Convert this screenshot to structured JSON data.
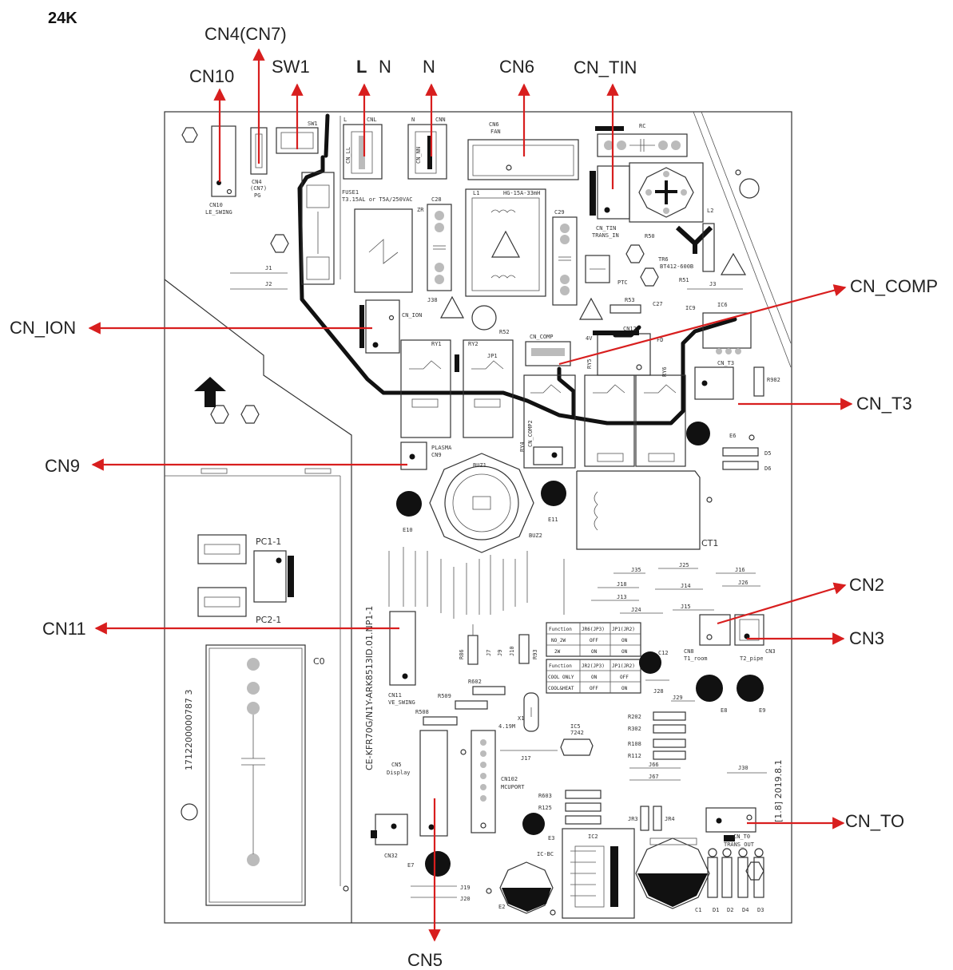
{
  "model": "24K",
  "callouts": {
    "cn10": "CN10",
    "cn4": "CN4(CN7)",
    "sw1": "SW1",
    "l": "L",
    "n1": "N",
    "n2": "N",
    "cn6": "CN6",
    "cn_tin": "CN_TIN",
    "cn_comp": "CN_COMP",
    "cn_ion": "CN_ION",
    "cn_t3": "CN_T3",
    "cn9": "CN9",
    "cn2": "CN2",
    "cn11": "CN11",
    "cn3": "CN3",
    "cn_to": "CN_TO",
    "cn5": "CN5"
  },
  "pcb": {
    "cn10_lbl": "CN10",
    "cn10_sub": "LE_SWING",
    "cn4_lbl": "CN4",
    "cn4_sub": "(CN7)",
    "cn4_pg": "PG",
    "sw1": "SW1",
    "l_lbl": "L",
    "cnl": "CNL",
    "cnl_v": "CN_LL",
    "n_lbl": "N",
    "cnn": "CNN",
    "cnn_v": "CN_NN",
    "fuse": "FUSE1",
    "fuse_spec": "T3.15AL or T5A/250VAC",
    "cn6": "CN6",
    "fan": "FAN",
    "l1": "L1",
    "l1_spec": "HG-15A-33mH",
    "rc": "RC",
    "zr": "ZR",
    "c28": "C28",
    "c29": "C29",
    "j38": "J38",
    "cn_tin": "CN_TIN",
    "trans_in": "TRANS_IN",
    "r50": "R50",
    "tr6": "TR6",
    "tr6_spec": "BT412-600B",
    "l2": "L2",
    "ptc": "PTC",
    "r51": "R51",
    "j1": "J1",
    "j2": "J2",
    "j3": "J3",
    "cn_ion": "CN_ION",
    "r52": "R52",
    "r53": "R53",
    "c27": "C27",
    "ic9": "IC9",
    "ic6": "IC6",
    "cn_comp": "CN_COMP",
    "cn12": "CN12",
    "4v": "4V",
    "fd": "FD",
    "ry1": "RY1",
    "ry2": "RY2",
    "jp1": "JP1",
    "ry5": "RY5",
    "ry6": "RY6",
    "cn_t3": "CN_T3",
    "r982": "R982",
    "cn_comp2": "CN_COMP2",
    "ry4": "RY4",
    "e6": "E6",
    "d5": "D5",
    "d6": "D6",
    "plasma": "PLASMA",
    "cn9": "CN9",
    "buz1": "BUZ1",
    "buz2": "BUZ2",
    "e10": "E10",
    "e11": "E11",
    "ct1": "CT1",
    "pc1": "PC1-1",
    "pc2": "PC2-1",
    "c0": "C0",
    "serial": "1712200000787 3",
    "board_code": "CE-KFR70G/N1Y-ARK8513ID.01.NP1-1",
    "cn11": "CN11",
    "ve_swing": "VE_SWING",
    "r602": "R602",
    "r509": "R509",
    "r508": "R508",
    "x1": "X1",
    "x1_spec": "4.19M",
    "ic5": "IC5",
    "ic5_spec": "7242",
    "j17": "J17",
    "cn5": "CN5",
    "display": "Display",
    "cn102": "CN102",
    "mcuport": "MCUPORT",
    "r603": "R603",
    "r125": "R125",
    "e3": "E3",
    "cn32": "CN32",
    "e7": "E7",
    "j19": "J19",
    "j20": "J20",
    "ic_bc": "IC-BC",
    "ic2": "IC2",
    "e2": "E2",
    "r202": "R202",
    "r302": "R302",
    "r108": "R108",
    "r112": "R112",
    "j66": "J66",
    "j67": "J67",
    "j30": "J30",
    "jr3": "JR3",
    "jr4": "JR4",
    "cn8": "CN8",
    "t1_room": "T1_room",
    "cn3": "CN3",
    "t2_pipe": "T2_pipe",
    "e8": "E8",
    "e9": "E9",
    "c12": "C12",
    "j28": "J28",
    "j29": "J29",
    "j35": "J35",
    "j25": "J25",
    "j16": "J16",
    "j26": "J26",
    "j18": "J18",
    "j13": "J13",
    "j14": "J14",
    "j24": "J24",
    "j15": "J15",
    "cn_to": "CN_TO",
    "trans_out": "TRANS_OUT",
    "cn_t0": "CN_T0",
    "c1": "C1",
    "d1": "D1",
    "d2": "D2",
    "d4": "D4",
    "d3": "D3",
    "rev": "[1.8] 2019.8.1",
    "r86": "R86",
    "r93": "R93",
    "j7": "J7",
    "j9": "J9",
    "j10": "J10"
  },
  "table1": {
    "head": [
      "Function",
      "JR6(JP3)",
      "JP1(JR2)"
    ],
    "rows": [
      [
        "NO_2W",
        "OFF",
        "ON"
      ],
      [
        "2W",
        "ON",
        "ON"
      ]
    ]
  },
  "table2": {
    "head": [
      "Function",
      "JR2(JP3)",
      "JP1(JR2)"
    ],
    "rows": [
      [
        "COOL ONLY",
        "ON",
        "OFF"
      ],
      [
        "COOL&HEAT",
        "OFF",
        "ON"
      ]
    ]
  }
}
